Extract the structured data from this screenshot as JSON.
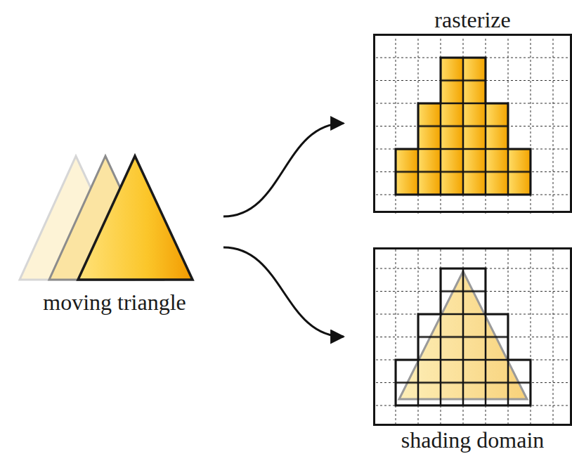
{
  "diagram": {
    "nodes": [
      {
        "text": [
          "moving triangle"
        ]
      },
      {
        "text": [
          "rasterize"
        ]
      },
      {
        "text": [
          "shading domain"
        ]
      }
    ],
    "edges": [
      {
        "from": 0,
        "to": 1,
        "arrow": "to"
      },
      {
        "from": 0,
        "to": 2,
        "arrow": "to"
      }
    ]
  }
}
